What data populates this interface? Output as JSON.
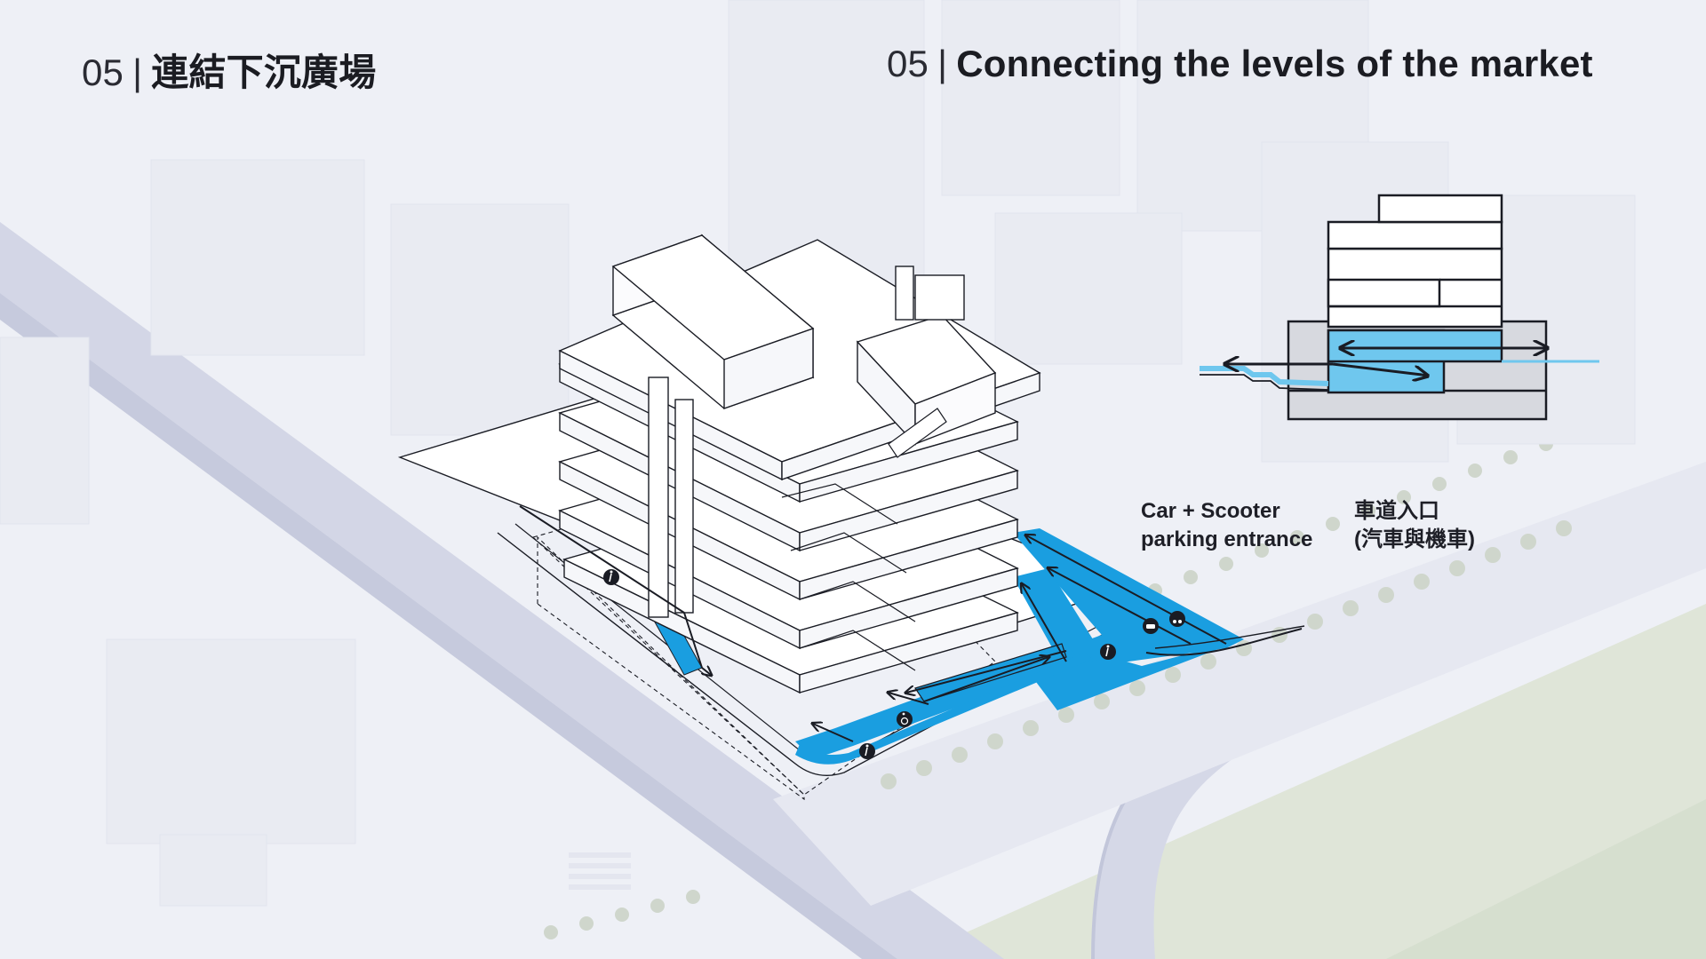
{
  "title_zh": {
    "number": "05",
    "separator": "|",
    "text": "連結下沉廣場"
  },
  "title_en": {
    "number": "05",
    "separator": "|",
    "text": "Connecting the levels of the market"
  },
  "entrance_label_en": {
    "line1": "Car + Scooter",
    "line2": "parking entrance"
  },
  "entrance_label_zh": {
    "line1": "車道入口",
    "line2": "(汽車與機車)"
  },
  "colors": {
    "background": "#eef0f6",
    "road": "#d9dbe8",
    "greenery": "#dde4d7",
    "circulation_blue": "#1a9ee0",
    "section_blue": "#6fc7ee",
    "line": "#1a1c24"
  },
  "icons": [
    "pedestrian-icon",
    "wheelchair-icon",
    "car-icon",
    "scooter-icon"
  ]
}
